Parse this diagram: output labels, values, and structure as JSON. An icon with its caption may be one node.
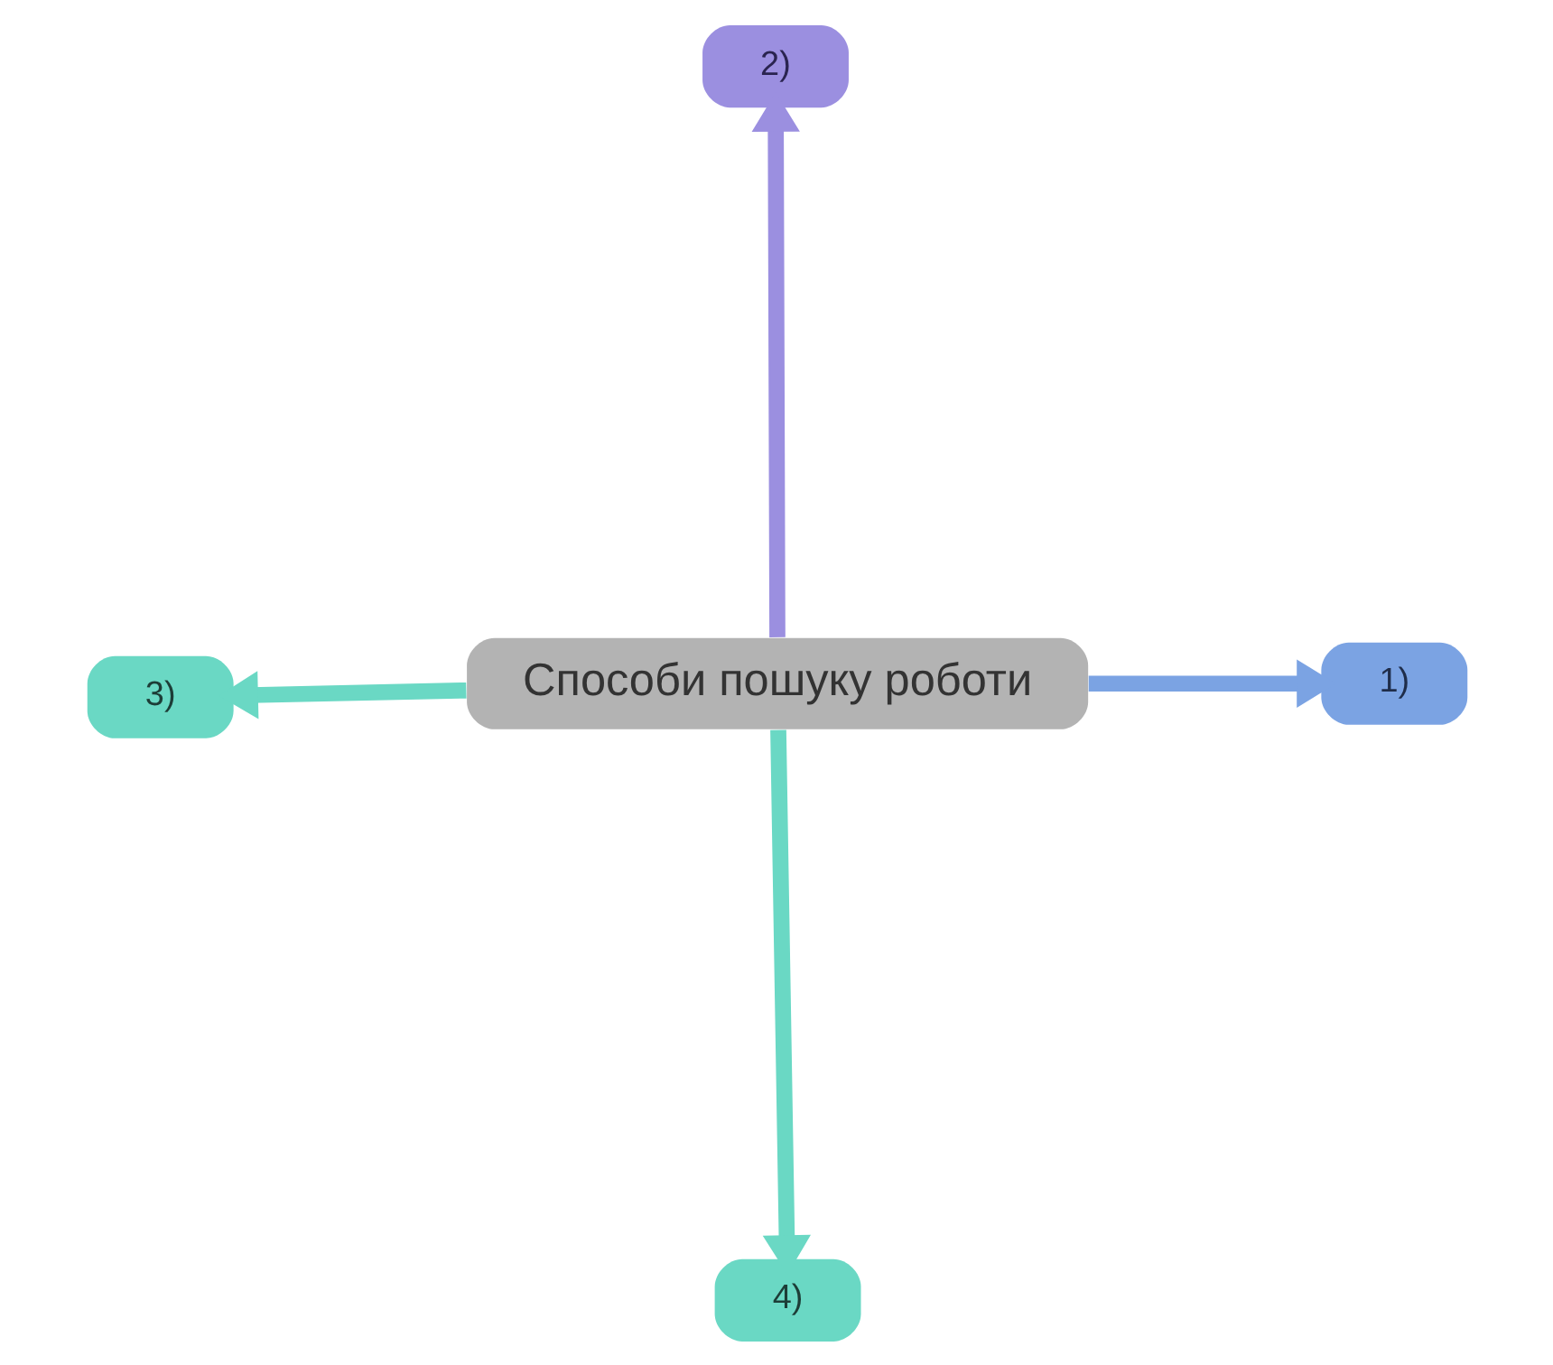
{
  "diagram": {
    "nodes": [
      {
        "text": [
          "Способи пошуку роботи"
        ]
      },
      {
        "text": [
          "1)"
        ]
      },
      {
        "text": [
          "2)"
        ]
      },
      {
        "text": [
          "3)"
        ]
      },
      {
        "text": [
          "4)"
        ]
      }
    ],
    "edges": [
      {
        "from": 0,
        "to": 1,
        "arrow": "to",
        "color": "#7ba3e3"
      },
      {
        "from": 0,
        "to": 2,
        "arrow": "to",
        "color": "#9b8fe0"
      },
      {
        "from": 0,
        "to": 3,
        "arrow": "to",
        "color": "#6ad8c4"
      },
      {
        "from": 0,
        "to": 4,
        "arrow": "to",
        "color": "#6ad8c4"
      }
    ]
  }
}
